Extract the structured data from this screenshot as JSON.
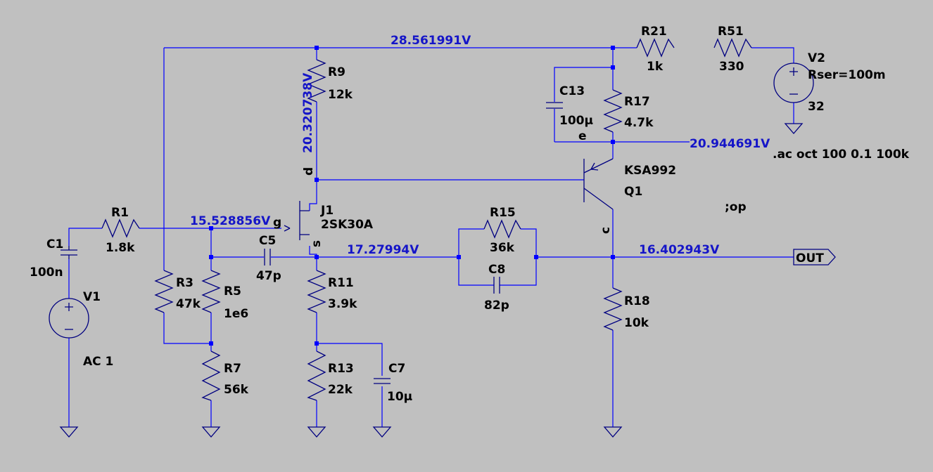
{
  "colors": {
    "background": "#c0c0c0",
    "wire": "#0000ff",
    "component": "#000080",
    "label": "#000000",
    "voltage": "#1515c8"
  },
  "components": {
    "c1": {
      "name": "C1",
      "value": "100n"
    },
    "r1": {
      "name": "R1",
      "value": "1.8k"
    },
    "v1": {
      "name": "V1",
      "value": "AC 1"
    },
    "r3": {
      "name": "R3",
      "value": "47k"
    },
    "r5": {
      "name": "R5",
      "value": "1e6"
    },
    "r7": {
      "name": "R7",
      "value": "56k"
    },
    "c5": {
      "name": "C5",
      "value": "47p"
    },
    "r9": {
      "name": "R9",
      "value": "12k"
    },
    "j1": {
      "name": "J1",
      "value": "2SK30A",
      "pin_d": "d",
      "pin_g": "g",
      "pin_s": "s"
    },
    "r11": {
      "name": "R11",
      "value": "3.9k"
    },
    "r13": {
      "name": "R13",
      "value": "22k"
    },
    "c7": {
      "name": "C7",
      "value": "10µ"
    },
    "r15": {
      "name": "R15",
      "value": "36k"
    },
    "c8": {
      "name": "C8",
      "value": "82p"
    },
    "r21": {
      "name": "R21",
      "value": "1k"
    },
    "r51": {
      "name": "R51",
      "value": "330"
    },
    "v2": {
      "name": "V2",
      "value": "32",
      "extra": "Rser=100m"
    },
    "c13": {
      "name": "C13",
      "value": "100µ"
    },
    "r17": {
      "name": "R17",
      "value": "4.7k"
    },
    "q1": {
      "name": "Q1",
      "value": "KSA992",
      "pin_e": "e",
      "pin_c": "c"
    },
    "r18": {
      "name": "R18",
      "value": "10k"
    }
  },
  "voltages": {
    "supply_rail": "28.561991V",
    "drain": "20.320738V",
    "gate": "15.528856V",
    "source": "17.27994V",
    "emitter": "20.944691V",
    "output": "16.402943V"
  },
  "directives": {
    "ac": ".ac oct 100 0.1 100k",
    "op": ";op"
  },
  "ports": {
    "out": "OUT"
  }
}
